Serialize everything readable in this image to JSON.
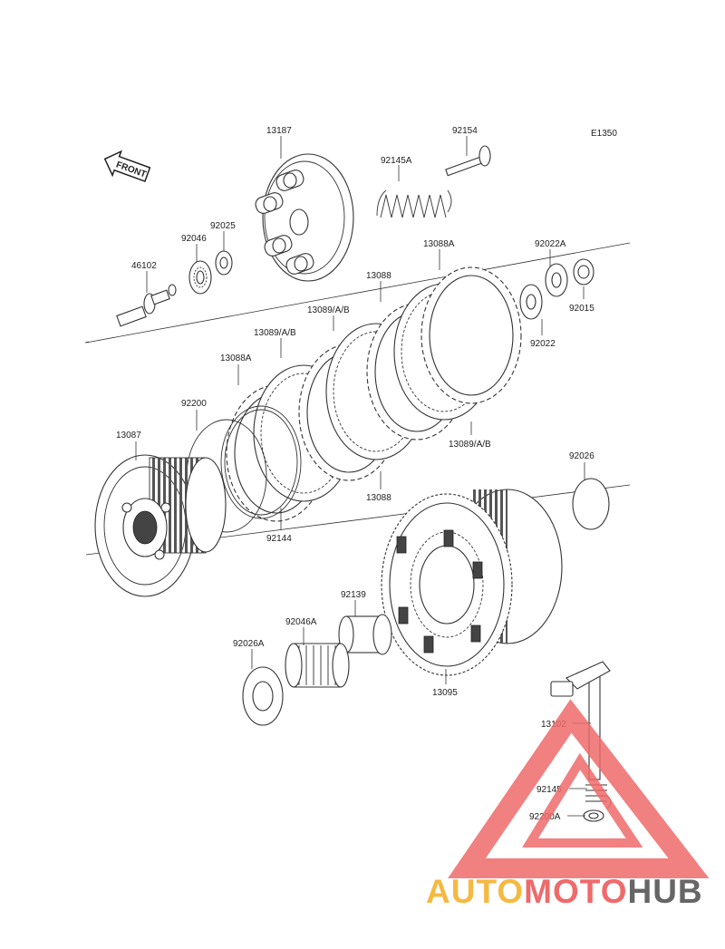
{
  "diagram_code": "E1350",
  "front_label": "FRONT",
  "parts": {
    "p13187": "13187",
    "p92154": "92154",
    "p92145A": "92145A",
    "p92025": "92025",
    "p92046": "92046",
    "p46102": "46102",
    "p13088A_top": "13088A",
    "p13088_top": "13088",
    "p92022A": "92022A",
    "p92015": "92015",
    "p92022": "92022",
    "p13089AB_1": "13089/A/B",
    "p13089AB_2": "13089/A/B",
    "p13088A_left": "13088A",
    "p92200": "92200",
    "p13087": "13087",
    "p13089AB_3": "13089/A/B",
    "p13088_bot": "13088",
    "p92144": "92144",
    "p92026": "92026",
    "p92139": "92139",
    "p92046A": "92046A",
    "p92026A": "92026A",
    "p13095": "13095",
    "p13102": "13102",
    "p92145": "92145",
    "p92200A": "92200A"
  },
  "watermark": {
    "part1": "AUTO",
    "part2": "MOTO",
    "part3": "HUB"
  },
  "colors": {
    "watermark_orange": "#f5b942",
    "watermark_red": "#ef6a6a",
    "watermark_gray": "#666666"
  }
}
